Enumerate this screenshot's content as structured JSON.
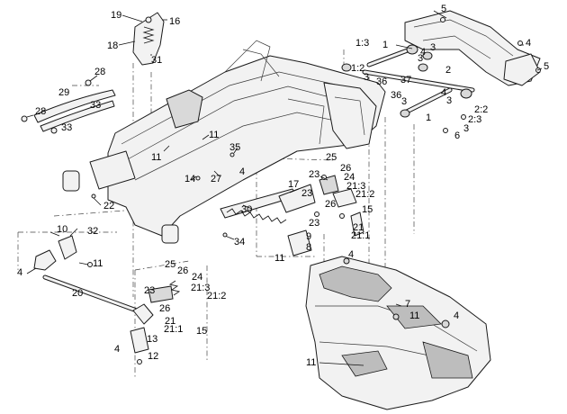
{
  "diagram": {
    "callouts": [
      {
        "id": "c1",
        "text": "19"
      },
      {
        "id": "c2",
        "text": "16"
      },
      {
        "id": "c3",
        "text": "18"
      },
      {
        "id": "c4",
        "text": "31"
      },
      {
        "id": "c5",
        "text": "28"
      },
      {
        "id": "c6",
        "text": "29"
      },
      {
        "id": "c7",
        "text": "33"
      },
      {
        "id": "c8",
        "text": "28"
      },
      {
        "id": "c9",
        "text": "33"
      },
      {
        "id": "c10",
        "text": "11"
      },
      {
        "id": "c11",
        "text": "11"
      },
      {
        "id": "c12",
        "text": "35"
      },
      {
        "id": "c13",
        "text": "4"
      },
      {
        "id": "c14",
        "text": "27"
      },
      {
        "id": "c15",
        "text": "14"
      },
      {
        "id": "c16",
        "text": "22"
      },
      {
        "id": "c17",
        "text": "30"
      },
      {
        "id": "c18",
        "text": "34"
      },
      {
        "id": "c19",
        "text": "17"
      },
      {
        "id": "c20",
        "text": "23"
      },
      {
        "id": "c21",
        "text": "23"
      },
      {
        "id": "c22",
        "text": "23"
      },
      {
        "id": "c23",
        "text": "25"
      },
      {
        "id": "c24",
        "text": "26"
      },
      {
        "id": "c25",
        "text": "24"
      },
      {
        "id": "c26",
        "text": "21:3"
      },
      {
        "id": "c27",
        "text": "21:2"
      },
      {
        "id": "c28",
        "text": "26"
      },
      {
        "id": "c29",
        "text": "15"
      },
      {
        "id": "c30",
        "text": "21"
      },
      {
        "id": "c31",
        "text": "21:1"
      },
      {
        "id": "c32",
        "text": "9"
      },
      {
        "id": "c33",
        "text": "8"
      },
      {
        "id": "c34",
        "text": "11"
      },
      {
        "id": "c35",
        "text": "10"
      },
      {
        "id": "c36",
        "text": "32"
      },
      {
        "id": "c37",
        "text": "4"
      },
      {
        "id": "c38",
        "text": "11"
      },
      {
        "id": "c39",
        "text": "20"
      },
      {
        "id": "c40",
        "text": "25"
      },
      {
        "id": "c41",
        "text": "26"
      },
      {
        "id": "c42",
        "text": "24"
      },
      {
        "id": "c43",
        "text": "23"
      },
      {
        "id": "c44",
        "text": "21:3"
      },
      {
        "id": "c45",
        "text": "21:2"
      },
      {
        "id": "c46",
        "text": "26"
      },
      {
        "id": "c47",
        "text": "21"
      },
      {
        "id": "c48",
        "text": "21:1"
      },
      {
        "id": "c49",
        "text": "15"
      },
      {
        "id": "c50",
        "text": "13"
      },
      {
        "id": "c51",
        "text": "4"
      },
      {
        "id": "c52",
        "text": "12"
      },
      {
        "id": "c53",
        "text": "5"
      },
      {
        "id": "c54",
        "text": "1:3"
      },
      {
        "id": "c55",
        "text": "1"
      },
      {
        "id": "c56",
        "text": "3"
      },
      {
        "id": "c57",
        "text": "3"
      },
      {
        "id": "c58",
        "text": "4"
      },
      {
        "id": "c59",
        "text": "4"
      },
      {
        "id": "c60",
        "text": "5"
      },
      {
        "id": "c61",
        "text": "1:2"
      },
      {
        "id": "c62",
        "text": "3"
      },
      {
        "id": "c63",
        "text": "36"
      },
      {
        "id": "c64",
        "text": "37"
      },
      {
        "id": "c65",
        "text": "2"
      },
      {
        "id": "c66",
        "text": "36"
      },
      {
        "id": "c67",
        "text": "4"
      },
      {
        "id": "c68",
        "text": "3"
      },
      {
        "id": "c69",
        "text": "3"
      },
      {
        "id": "c70",
        "text": "2:2"
      },
      {
        "id": "c71",
        "text": "1"
      },
      {
        "id": "c72",
        "text": "2:3"
      },
      {
        "id": "c73",
        "text": "3"
      },
      {
        "id": "c74",
        "text": "6"
      },
      {
        "id": "c75",
        "text": "4"
      },
      {
        "id": "c76",
        "text": "7"
      },
      {
        "id": "c77",
        "text": "11"
      },
      {
        "id": "c78",
        "text": "4"
      },
      {
        "id": "c79",
        "text": "11"
      }
    ]
  }
}
